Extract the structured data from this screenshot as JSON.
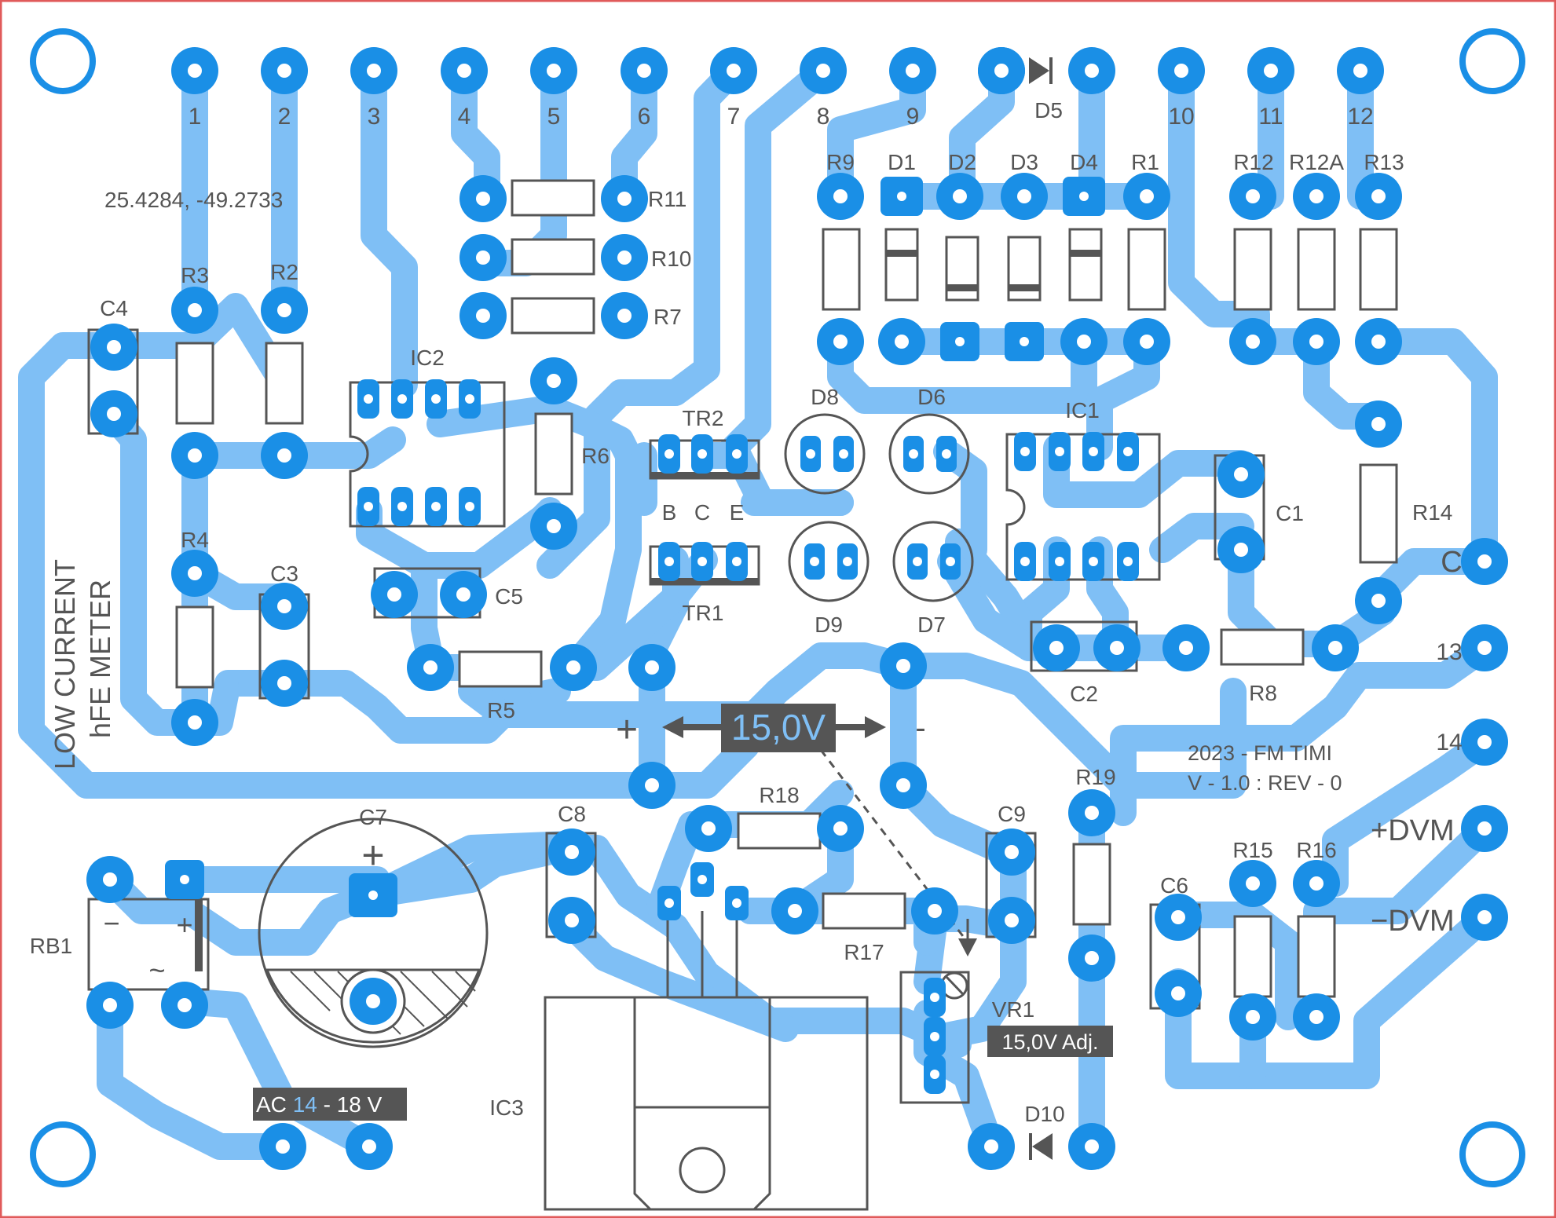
{
  "board": {
    "title_line1": "LOW CURRENT",
    "title_line2": "hFE METER",
    "coords": "25.4284, -49.2733",
    "version_line1": "2023 -  FM TIMI",
    "version_line2": "V - 1.0 : REV - 0",
    "colors": {
      "track": "#7fbff5",
      "pad": "#1a8fe6",
      "outline": "#555555",
      "label_bg": "#555555",
      "border": "#e05a5a"
    }
  },
  "connectors": [
    "1",
    "2",
    "3",
    "4",
    "5",
    "6",
    "7",
    "8",
    "9",
    "10",
    "11",
    "12",
    "13",
    "14"
  ],
  "side_labels": {
    "c": "C",
    "plus_dvm": "+DVM",
    "minus_dvm": "−DVM"
  },
  "voltage": {
    "value": "15,0V",
    "plus": "+",
    "minus": "-"
  },
  "adj_label": "15,0V Adj.",
  "ac_label": {
    "prefix": "AC ",
    "low": "14",
    "dash": " - ",
    "high": "18 V"
  },
  "components": {
    "resistors": [
      "R1",
      "R2",
      "R3",
      "R4",
      "R5",
      "R6",
      "R7",
      "R8",
      "R9",
      "R10",
      "R11",
      "R12",
      "R12A",
      "R13",
      "R14",
      "R15",
      "R16",
      "R17",
      "R18",
      "R19"
    ],
    "capacitors": [
      "C1",
      "C2",
      "C3",
      "C4",
      "C5",
      "C6",
      "C7",
      "C8",
      "C9"
    ],
    "diodes": [
      "D1",
      "D2",
      "D3",
      "D4",
      "D5",
      "D6",
      "D7",
      "D8",
      "D9",
      "D10"
    ],
    "ics": [
      "IC1",
      "IC2",
      "IC3"
    ],
    "transistors": [
      "TR1",
      "TR2"
    ],
    "other": [
      "RB1",
      "VR1"
    ],
    "pins": {
      "b": "B",
      "c": "C",
      "e": "E"
    },
    "polarity": {
      "plus": "+",
      "minus": "−",
      "tilde": "~"
    }
  }
}
